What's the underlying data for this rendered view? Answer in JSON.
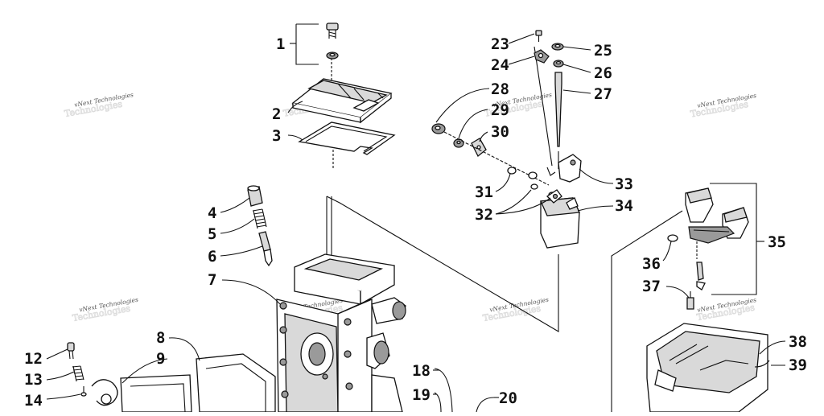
{
  "labels": [
    "1",
    "2",
    "3",
    "4",
    "5",
    "6",
    "7",
    "8",
    "9",
    "12",
    "13",
    "14",
    "18",
    "19",
    "20",
    "23",
    "24",
    "25",
    "26",
    "27",
    "28",
    "29",
    "30",
    "31",
    "32",
    "33",
    "34",
    "35",
    "36",
    "37",
    "38",
    "39"
  ],
  "watermark": {
    "text": "vNext Technologies",
    "ghost": "Technologies"
  }
}
